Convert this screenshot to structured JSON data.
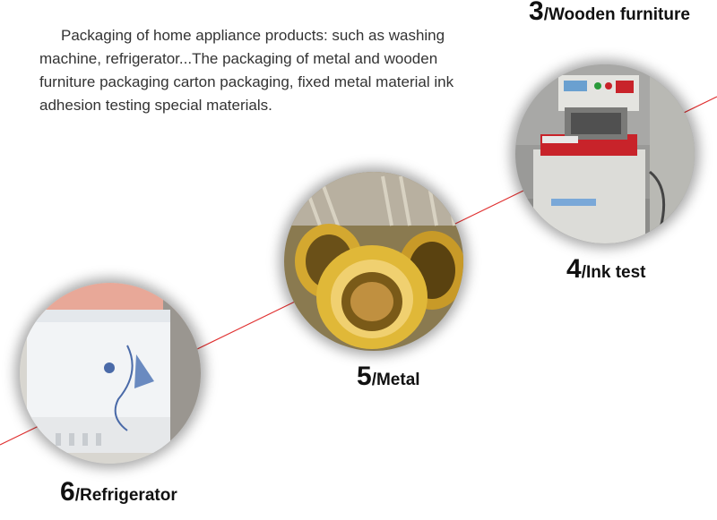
{
  "intro_text": "Packaging of home appliance products: such as washing machine, refrigerator...The packaging of metal and wooden furniture packaging carton packaging, fixed metal material ink adhesion testing special materials.",
  "items": [
    {
      "number": "3",
      "label": "/Wooden furniture"
    },
    {
      "number": "4",
      "label": "/Ink test"
    },
    {
      "number": "5",
      "label": "/Metal"
    },
    {
      "number": "6",
      "label": "/Refrigerator"
    }
  ],
  "colors": {
    "accent_line": "#e03030",
    "text": "#333333",
    "caption": "#111111"
  },
  "icons": [
    "ink-tester-photo",
    "metal-pipes-photo",
    "refrigerator-photo"
  ]
}
